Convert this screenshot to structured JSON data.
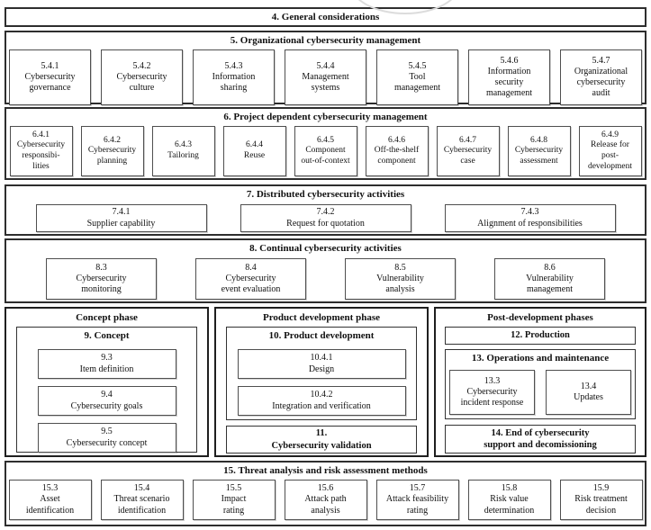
{
  "colors": {
    "frame": "#2e2e2e",
    "leaf_border": "#4f4f4f",
    "text": "#111111",
    "scan_artifact": "#dcdcdc"
  },
  "sections": {
    "s4": {
      "title": "4. General considerations"
    },
    "s5": {
      "title": "5. Organizational cybersecurity management",
      "items": [
        {
          "num": "5.4.1",
          "label": "Cybersecurity\ngovernance"
        },
        {
          "num": "5.4.2",
          "label": "Cybersecurity\nculture"
        },
        {
          "num": "5.4.3",
          "label": "Information\nsharing"
        },
        {
          "num": "5.4.4",
          "label": "Management\nsystems"
        },
        {
          "num": "5.4.5",
          "label": "Tool\nmanagement"
        },
        {
          "num": "5.4.6",
          "label": "Information\nsecurity\nmanagement"
        },
        {
          "num": "5.4.7",
          "label": "Organizational\ncybersecurity\naudit"
        }
      ]
    },
    "s6": {
      "title": "6. Project dependent cybersecurity management",
      "items": [
        {
          "num": "6.4.1",
          "label": "Cybersecurity\nresponsibi-\nlities"
        },
        {
          "num": "6.4.2",
          "label": "Cybersecurity\nplanning"
        },
        {
          "num": "6.4.3",
          "label": "Tailoring"
        },
        {
          "num": "6.4.4",
          "label": "Reuse"
        },
        {
          "num": "6.4.5",
          "label": "Component\nout-of-context"
        },
        {
          "num": "6.4.6",
          "label": "Off-the-shelf\ncomponent"
        },
        {
          "num": "6.4.7",
          "label": "Cybersecurity\ncase"
        },
        {
          "num": "6.4.8",
          "label": "Cybersecurity\nassessment"
        },
        {
          "num": "6.4.9",
          "label": "Release for\npost-\ndevelopment"
        }
      ]
    },
    "s7": {
      "title": "7. Distributed cybersecurity activities",
      "items": [
        {
          "num": "7.4.1",
          "label": "Supplier capability"
        },
        {
          "num": "7.4.2",
          "label": "Request for quotation"
        },
        {
          "num": "7.4.3",
          "label": "Alignment of responsibilities"
        }
      ]
    },
    "s8": {
      "title": "8. Continual cybersecurity activities",
      "items": [
        {
          "num": "8.3",
          "label": "Cybersecurity\nmonitoring"
        },
        {
          "num": "8.4",
          "label": "Cybersecurity\nevent evaluation"
        },
        {
          "num": "8.5",
          "label": "Vulnerability\nanalysis"
        },
        {
          "num": "8.6",
          "label": "Vulnerability\nmanagement"
        }
      ]
    },
    "phases": {
      "concept": {
        "title": "Concept phase",
        "group": {
          "title": "9. Concept",
          "items": [
            {
              "num": "9.3",
              "label": "Item definition"
            },
            {
              "num": "9.4",
              "label": "Cybersecurity goals"
            },
            {
              "num": "9.5",
              "label": "Cybersecurity concept"
            }
          ]
        }
      },
      "product": {
        "title": "Product development phase",
        "group": {
          "title": "10. Product development",
          "items": [
            {
              "num": "10.4.1",
              "label": "Design"
            },
            {
              "num": "10.4.2",
              "label": "Integration and verification"
            }
          ]
        },
        "validation": {
          "num": "11.",
          "label": "Cybersecurity validation"
        }
      },
      "post": {
        "title": "Post-development phases",
        "production": {
          "title": "12. Production"
        },
        "operations": {
          "title": "13. Operations and maintenance",
          "items": [
            {
              "num": "13.3",
              "label": "Cybersecurity\nincident response"
            },
            {
              "num": "13.4",
              "label": "Updates"
            }
          ]
        },
        "end": {
          "title": "14. End of cybersecurity\nsupport and decomissioning"
        }
      }
    },
    "s15": {
      "title": "15. Threat analysis and risk assessment methods",
      "items": [
        {
          "num": "15.3",
          "label": "Asset\nidentification"
        },
        {
          "num": "15.4",
          "label": "Threat scenario\nidentification"
        },
        {
          "num": "15.5",
          "label": "Impact\nrating"
        },
        {
          "num": "15.6",
          "label": "Attack path\nanalysis"
        },
        {
          "num": "15.7",
          "label": "Attack feasibility\nrating"
        },
        {
          "num": "15.8",
          "label": "Risk value\ndetermination"
        },
        {
          "num": "15.9",
          "label": "Risk treatment\ndecision"
        }
      ]
    }
  }
}
